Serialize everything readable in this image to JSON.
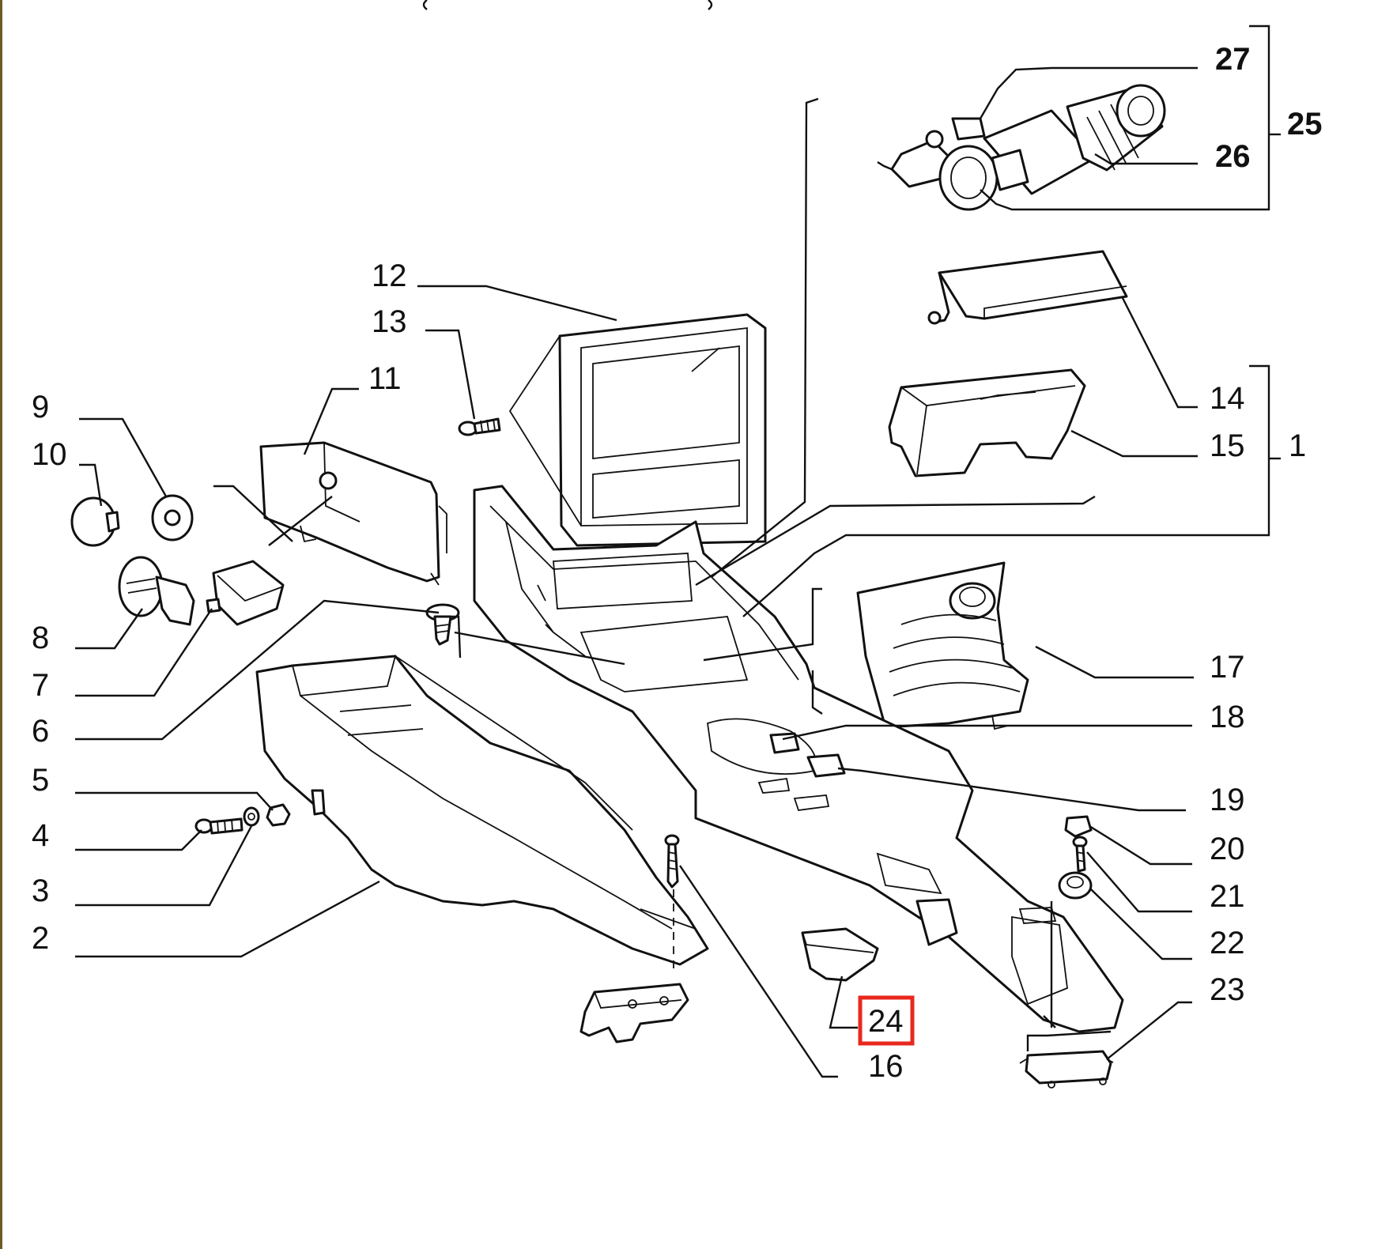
{
  "diagram": {
    "labels": [
      {
        "id": "27",
        "text": "27",
        "bold": true
      },
      {
        "id": "25",
        "text": "25",
        "bold": true
      },
      {
        "id": "26",
        "text": "26",
        "bold": true
      },
      {
        "id": "12",
        "text": "12"
      },
      {
        "id": "13",
        "text": "13"
      },
      {
        "id": "11",
        "text": "11"
      },
      {
        "id": "9",
        "text": "9"
      },
      {
        "id": "10",
        "text": "10"
      },
      {
        "id": "14",
        "text": "14"
      },
      {
        "id": "15",
        "text": "15"
      },
      {
        "id": "1",
        "text": "1"
      },
      {
        "id": "8",
        "text": "8"
      },
      {
        "id": "7",
        "text": "7"
      },
      {
        "id": "6",
        "text": "6"
      },
      {
        "id": "5",
        "text": "5"
      },
      {
        "id": "4",
        "text": "4"
      },
      {
        "id": "3",
        "text": "3"
      },
      {
        "id": "2",
        "text": "2"
      },
      {
        "id": "17",
        "text": "17"
      },
      {
        "id": "18",
        "text": "18"
      },
      {
        "id": "19",
        "text": "19"
      },
      {
        "id": "20",
        "text": "20"
      },
      {
        "id": "21",
        "text": "21"
      },
      {
        "id": "22",
        "text": "22"
      },
      {
        "id": "23",
        "text": "23"
      },
      {
        "id": "24",
        "text": "24"
      },
      {
        "id": "16",
        "text": "16"
      }
    ],
    "highlighted_label": "24",
    "highlight_color": "#e8281e",
    "line_color": "#111111"
  }
}
